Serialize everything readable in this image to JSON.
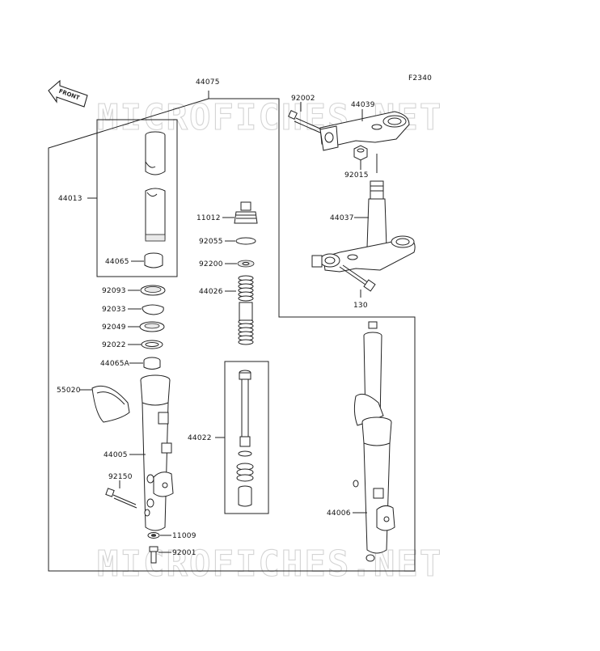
{
  "diagram": {
    "figure_code": "F2340",
    "front_arrow_label": "FRONT",
    "watermark": "MICROFICHES.NET",
    "parts": {
      "p44075": "44075",
      "p44013": "44013",
      "p44065": "44065",
      "p92093": "92093",
      "p92033": "92033",
      "p92049": "92049",
      "p92022": "92022",
      "p44065A": "44065A",
      "p55020": "55020",
      "p44005": "44005",
      "p92150": "92150",
      "p11009": "11009",
      "p92001": "92001",
      "p11012": "11012",
      "p92055": "92055",
      "p92200": "92200",
      "p44026": "44026",
      "p44022": "44022",
      "p92002": "92002",
      "p44039": "44039",
      "p92015": "92015",
      "p44037": "44037",
      "p130": "130",
      "p44006": "44006"
    }
  }
}
